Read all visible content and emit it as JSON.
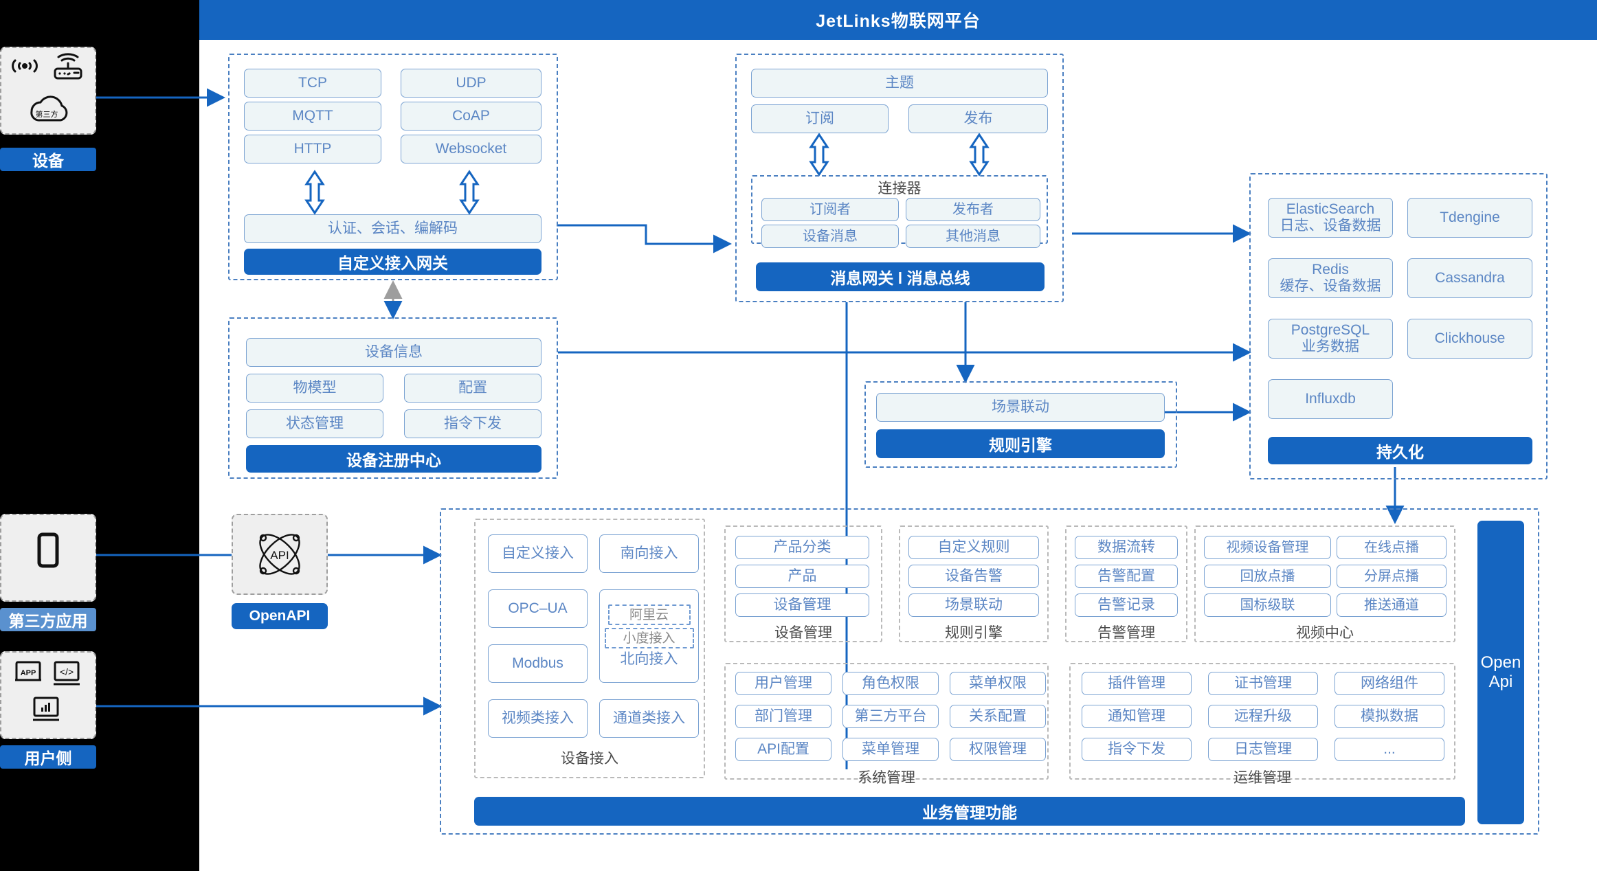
{
  "header": {
    "title": "JetLinks物联网平台"
  },
  "left_side": {
    "device": {
      "label": "设备",
      "icons": [
        "wifi-signal-icon",
        "router-icon",
        "cloud-third-party-icon"
      ],
      "cloud_text": "第三方"
    },
    "third_party_app": {
      "label": "第三方应用",
      "icons": [
        "mobile-phone-icon"
      ]
    },
    "user_side": {
      "label": "用户侧",
      "icons": [
        "app-store-icon",
        "code-window-icon",
        "chart-window-icon"
      ]
    }
  },
  "access_gateway": {
    "protocols": [
      "TCP",
      "UDP",
      "MQTT",
      "CoAP",
      "HTTP",
      "Websocket"
    ],
    "codec": "认证、会话、编解码",
    "title": "自定义接入网关"
  },
  "message_gateway": {
    "topic": "主题",
    "subscribe": "订阅",
    "publish": "发布",
    "connector": {
      "title": "连接器",
      "items": [
        "订阅者",
        "发布者",
        "设备消息",
        "其他消息"
      ]
    },
    "title": "消息网关 l 消息总线"
  },
  "device_registry": {
    "info": "设备信息",
    "items": [
      "物模型",
      "配置",
      "状态管理",
      "指令下发"
    ],
    "title": "设备注册中心"
  },
  "rule_engine": {
    "scene": "场景联动",
    "title": "规则引擎"
  },
  "persistence": {
    "items": [
      {
        "name": "ElasticSearch",
        "sub": "日志、设备数据"
      },
      {
        "name": "Tdengine",
        "sub": ""
      },
      {
        "name": "Redis",
        "sub": "缓存、设备数据"
      },
      {
        "name": "Cassandra",
        "sub": ""
      },
      {
        "name": "PostgreSQL",
        "sub": "业务数据"
      },
      {
        "name": "Clickhouse",
        "sub": ""
      },
      {
        "name": "Influxdb",
        "sub": ""
      }
    ],
    "title": "持久化"
  },
  "openapi_node": {
    "label": "OpenAPI",
    "icon": "api-network-icon"
  },
  "openapi_bar": {
    "line1": "Open",
    "line2": "Api"
  },
  "business": {
    "title": "业务管理功能",
    "groups": [
      {
        "caption": "设备接入",
        "col_left": [
          "自定义接入",
          "OPC–UA",
          "Modbus",
          "视频类接入"
        ],
        "col_right": [
          "南向接入",
          "通道类接入"
        ],
        "north_group": {
          "dashed": [
            "阿里云",
            "小度接入"
          ],
          "label": "北向接入"
        }
      },
      {
        "caption": "设备管理",
        "items": [
          "产品分类",
          "产品",
          "设备管理"
        ]
      },
      {
        "caption": "规则引擎",
        "items": [
          "自定义规则",
          "设备告警",
          "场景联动"
        ]
      },
      {
        "caption": "告警管理",
        "items": [
          "数据流转",
          "告警配置",
          "告警记录"
        ]
      },
      {
        "caption": "视频中心",
        "items": [
          "视频设备管理",
          "在线点播",
          "回放点播",
          "分屏点播",
          "国标级联",
          "推送通道"
        ]
      },
      {
        "caption": "系统管理",
        "items": [
          "用户管理",
          "角色权限",
          "菜单权限",
          "部门管理",
          "第三方平台",
          "关系配置",
          "API配置",
          "菜单管理",
          "权限管理"
        ]
      },
      {
        "caption": "运维管理",
        "items": [
          "插件管理",
          "证书管理",
          "网络组件",
          "通知管理",
          "远程升级",
          "模拟数据",
          "指令下发",
          "日志管理",
          "..."
        ]
      }
    ]
  },
  "colors": {
    "brand": "#1565c0",
    "chip_border": "#7aa2d2",
    "chip_bg": "#eef5f7",
    "chip_text": "#5b86c4"
  }
}
